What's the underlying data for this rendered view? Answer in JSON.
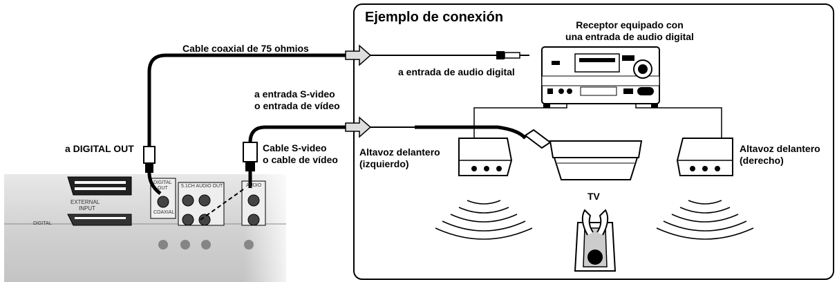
{
  "box_title": "Ejemplo de conexión",
  "receiver_label": {
    "line1": "Receptor equipado con",
    "line2": "una entrada de audio digital"
  },
  "coax_cable_label": "Cable coaxial de 75 ohmios",
  "digital_input_label": "a entrada de audio digital",
  "svideo_input_label": {
    "line1": "a entrada S-video",
    "line2": "o entrada de vídeo"
  },
  "svideo_cable_label": {
    "line1": "Cable S-video",
    "line2": "o cable de vídeo"
  },
  "digital_out_label": "a DIGITAL OUT",
  "front_left_speaker": {
    "line1": "Altavoz delantero",
    "line2": "(izquierdo)"
  },
  "front_right_speaker": {
    "line1": "Altavoz delantero",
    "line2": "(derecho)"
  },
  "tv_label": "TV",
  "panel_text": {
    "external": "EXTERNAL",
    "input": "INPUT",
    "digital": "DIGITAL",
    "out": "OUT",
    "coaxial": "COAXIAL",
    "audio_51": "5.1CH AUDIO OUT",
    "audio": "AUDIO",
    "digital_small": "DIGITAL"
  }
}
